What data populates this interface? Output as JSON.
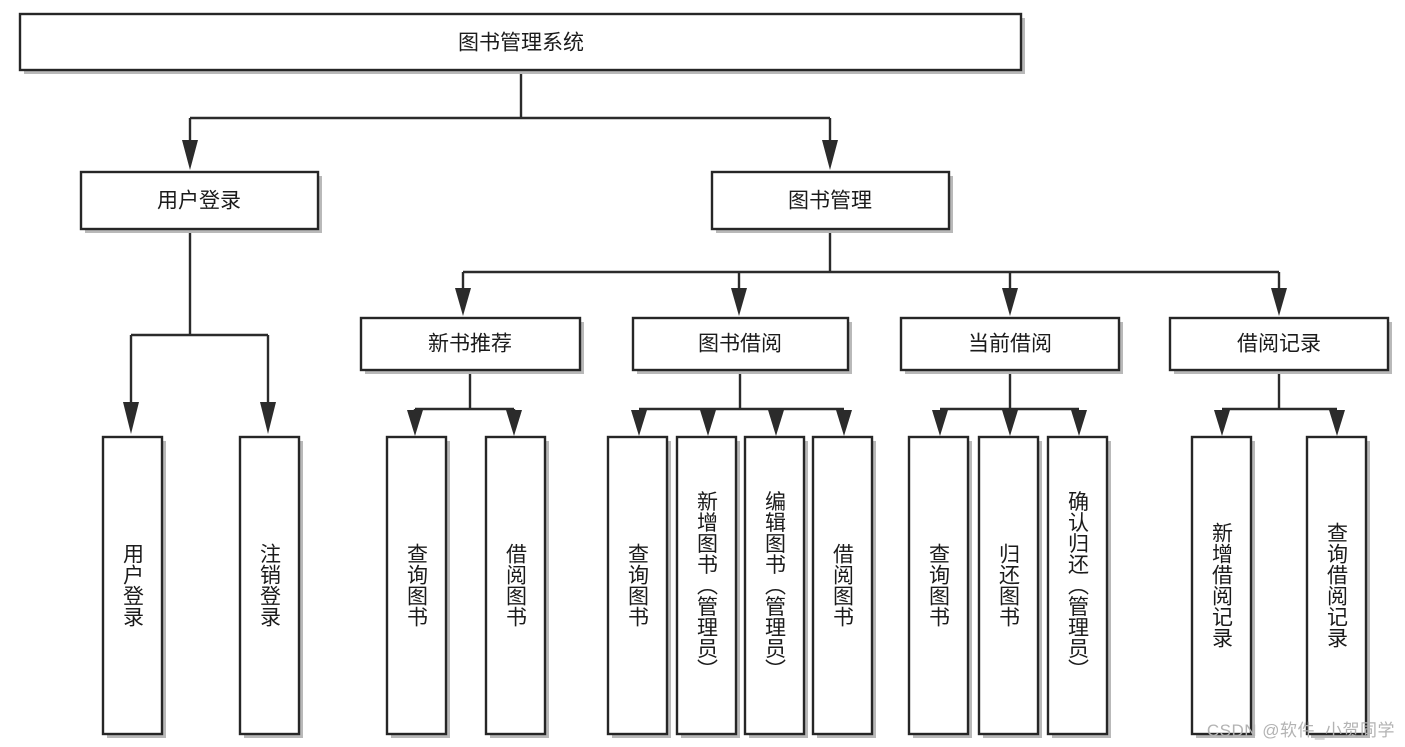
{
  "diagram": {
    "type": "tree-hierarchy-chart",
    "title": "图书管理系统",
    "watermark": "CSDN @软件_小贺同学",
    "levels": [
      {
        "level": 1,
        "nodes": [
          {
            "id": "root",
            "label": "图书管理系统",
            "orientation": "horizontal"
          }
        ]
      },
      {
        "level": 2,
        "nodes": [
          {
            "id": "login",
            "label": "用户登录",
            "orientation": "horizontal",
            "parent": "root"
          },
          {
            "id": "bookmgmt",
            "label": "图书管理",
            "orientation": "horizontal",
            "parent": "root"
          }
        ]
      },
      {
        "level": 3,
        "nodes": [
          {
            "id": "newbook",
            "label": "新书推荐",
            "orientation": "horizontal",
            "parent": "bookmgmt"
          },
          {
            "id": "borrow",
            "label": "图书借阅",
            "orientation": "horizontal",
            "parent": "bookmgmt"
          },
          {
            "id": "current",
            "label": "当前借阅",
            "orientation": "horizontal",
            "parent": "bookmgmt"
          },
          {
            "id": "record",
            "label": "借阅记录",
            "orientation": "horizontal",
            "parent": "bookmgmt"
          }
        ]
      },
      {
        "level": 4,
        "nodes": [
          {
            "id": "leaf1",
            "label": "用户登录",
            "orientation": "vertical",
            "parent": "login"
          },
          {
            "id": "leaf2",
            "label": "注销登录",
            "orientation": "vertical",
            "parent": "login"
          },
          {
            "id": "leaf3",
            "label": "查询图书",
            "orientation": "vertical",
            "parent": "newbook"
          },
          {
            "id": "leaf4",
            "label": "借阅图书",
            "orientation": "vertical",
            "parent": "newbook"
          },
          {
            "id": "leaf5",
            "label": "查询图书",
            "orientation": "vertical",
            "parent": "borrow"
          },
          {
            "id": "leaf6",
            "label": "新增图书（管理员）",
            "orientation": "vertical",
            "parent": "borrow"
          },
          {
            "id": "leaf7",
            "label": "编辑图书（管理员）",
            "orientation": "vertical",
            "parent": "borrow"
          },
          {
            "id": "leaf8",
            "label": "借阅图书",
            "orientation": "vertical",
            "parent": "borrow"
          },
          {
            "id": "leaf9",
            "label": "查询图书",
            "orientation": "vertical",
            "parent": "current"
          },
          {
            "id": "leaf10",
            "label": "归还图书",
            "orientation": "vertical",
            "parent": "current"
          },
          {
            "id": "leaf11",
            "label": "确认归还（管理员）",
            "orientation": "vertical",
            "parent": "current"
          },
          {
            "id": "leaf12",
            "label": "新增借阅记录",
            "orientation": "vertical",
            "parent": "record"
          },
          {
            "id": "leaf13",
            "label": "查询借阅记录",
            "orientation": "vertical",
            "parent": "record"
          }
        ]
      }
    ],
    "colors": {
      "stroke": "#262626",
      "fill": "#ffffff",
      "text": "#1b1b1b",
      "shadow": "#b9b9b9",
      "watermark": "#b3b3b3"
    }
  }
}
